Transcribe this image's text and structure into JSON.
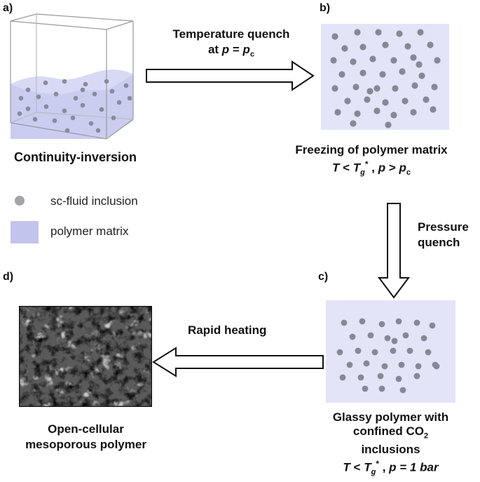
{
  "panels": {
    "a": {
      "label": "a)",
      "caption": "Continuity-inversion"
    },
    "b": {
      "label": "b)",
      "caption_line1": "Freezing of polymer matrix",
      "cond_T": "T",
      "cond_lt": " < ",
      "cond_Tsub": "g",
      "cond_star": "*",
      "cond_mid": " , ",
      "cond_p": "p",
      "cond_gt": " > ",
      "cond_psub": "c"
    },
    "c": {
      "label": "c)",
      "caption_line1": "Glassy polymer with",
      "caption_line2a": "confined CO",
      "caption_line2_sub": "2",
      "caption_line3": "inclusions",
      "cond_T": "T",
      "cond_lt": " < ",
      "cond_Tsub": "g",
      "cond_star": "*",
      "cond_mid": " , ",
      "cond_p": "p",
      "cond_eq": " = 1 bar"
    },
    "d": {
      "label": "d)",
      "caption_line1": "Open-cellular",
      "caption_line2": "mesoporous polymer"
    }
  },
  "arrows": {
    "a_to_b": {
      "line1": "Temperature quench",
      "line2_prefix": "at ",
      "line2_p": "p",
      "line2_eq": " = ",
      "line2_pc": "p",
      "line2_sub": "c"
    },
    "b_to_c": {
      "line1": "Pressure",
      "line2": "quench"
    },
    "c_to_d": {
      "line1": "Rapid heating"
    }
  },
  "legend": {
    "inclusion": "sc-fluid inclusion",
    "matrix": "polymer matrix"
  },
  "colors": {
    "matrix": "#c6c8ee",
    "panel_bg": "#e4e5f7",
    "inclusion": "#8a8a9a",
    "arrow_stroke": "#111111"
  }
}
